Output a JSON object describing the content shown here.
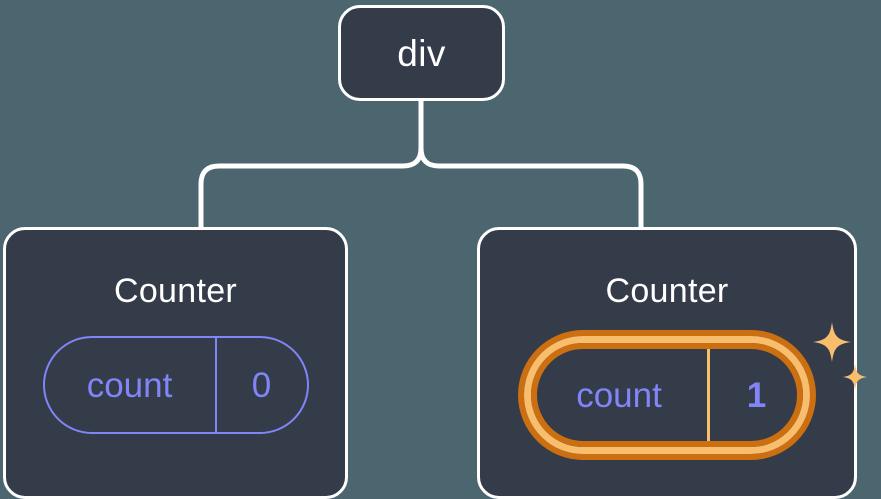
{
  "diagram": {
    "type": "component-tree",
    "background_color": "#4c6670",
    "node_fill_color": "#343b49",
    "node_border_color": "#ffffff",
    "connector_color": "#ffffff",
    "state_color": "#8185f8",
    "highlight_outer_color": "#cc6f10",
    "highlight_inner_color": "#f9bd6e",
    "sparkle_color": "#f9bd6e"
  },
  "root": {
    "label": "div"
  },
  "children": [
    {
      "label": "Counter",
      "state": {
        "key": "count",
        "value": "0"
      },
      "highlighted": false
    },
    {
      "label": "Counter",
      "state": {
        "key": "count",
        "value": "1"
      },
      "highlighted": true,
      "sparkle_icons": [
        "sparkle-large",
        "sparkle-small"
      ]
    }
  ]
}
